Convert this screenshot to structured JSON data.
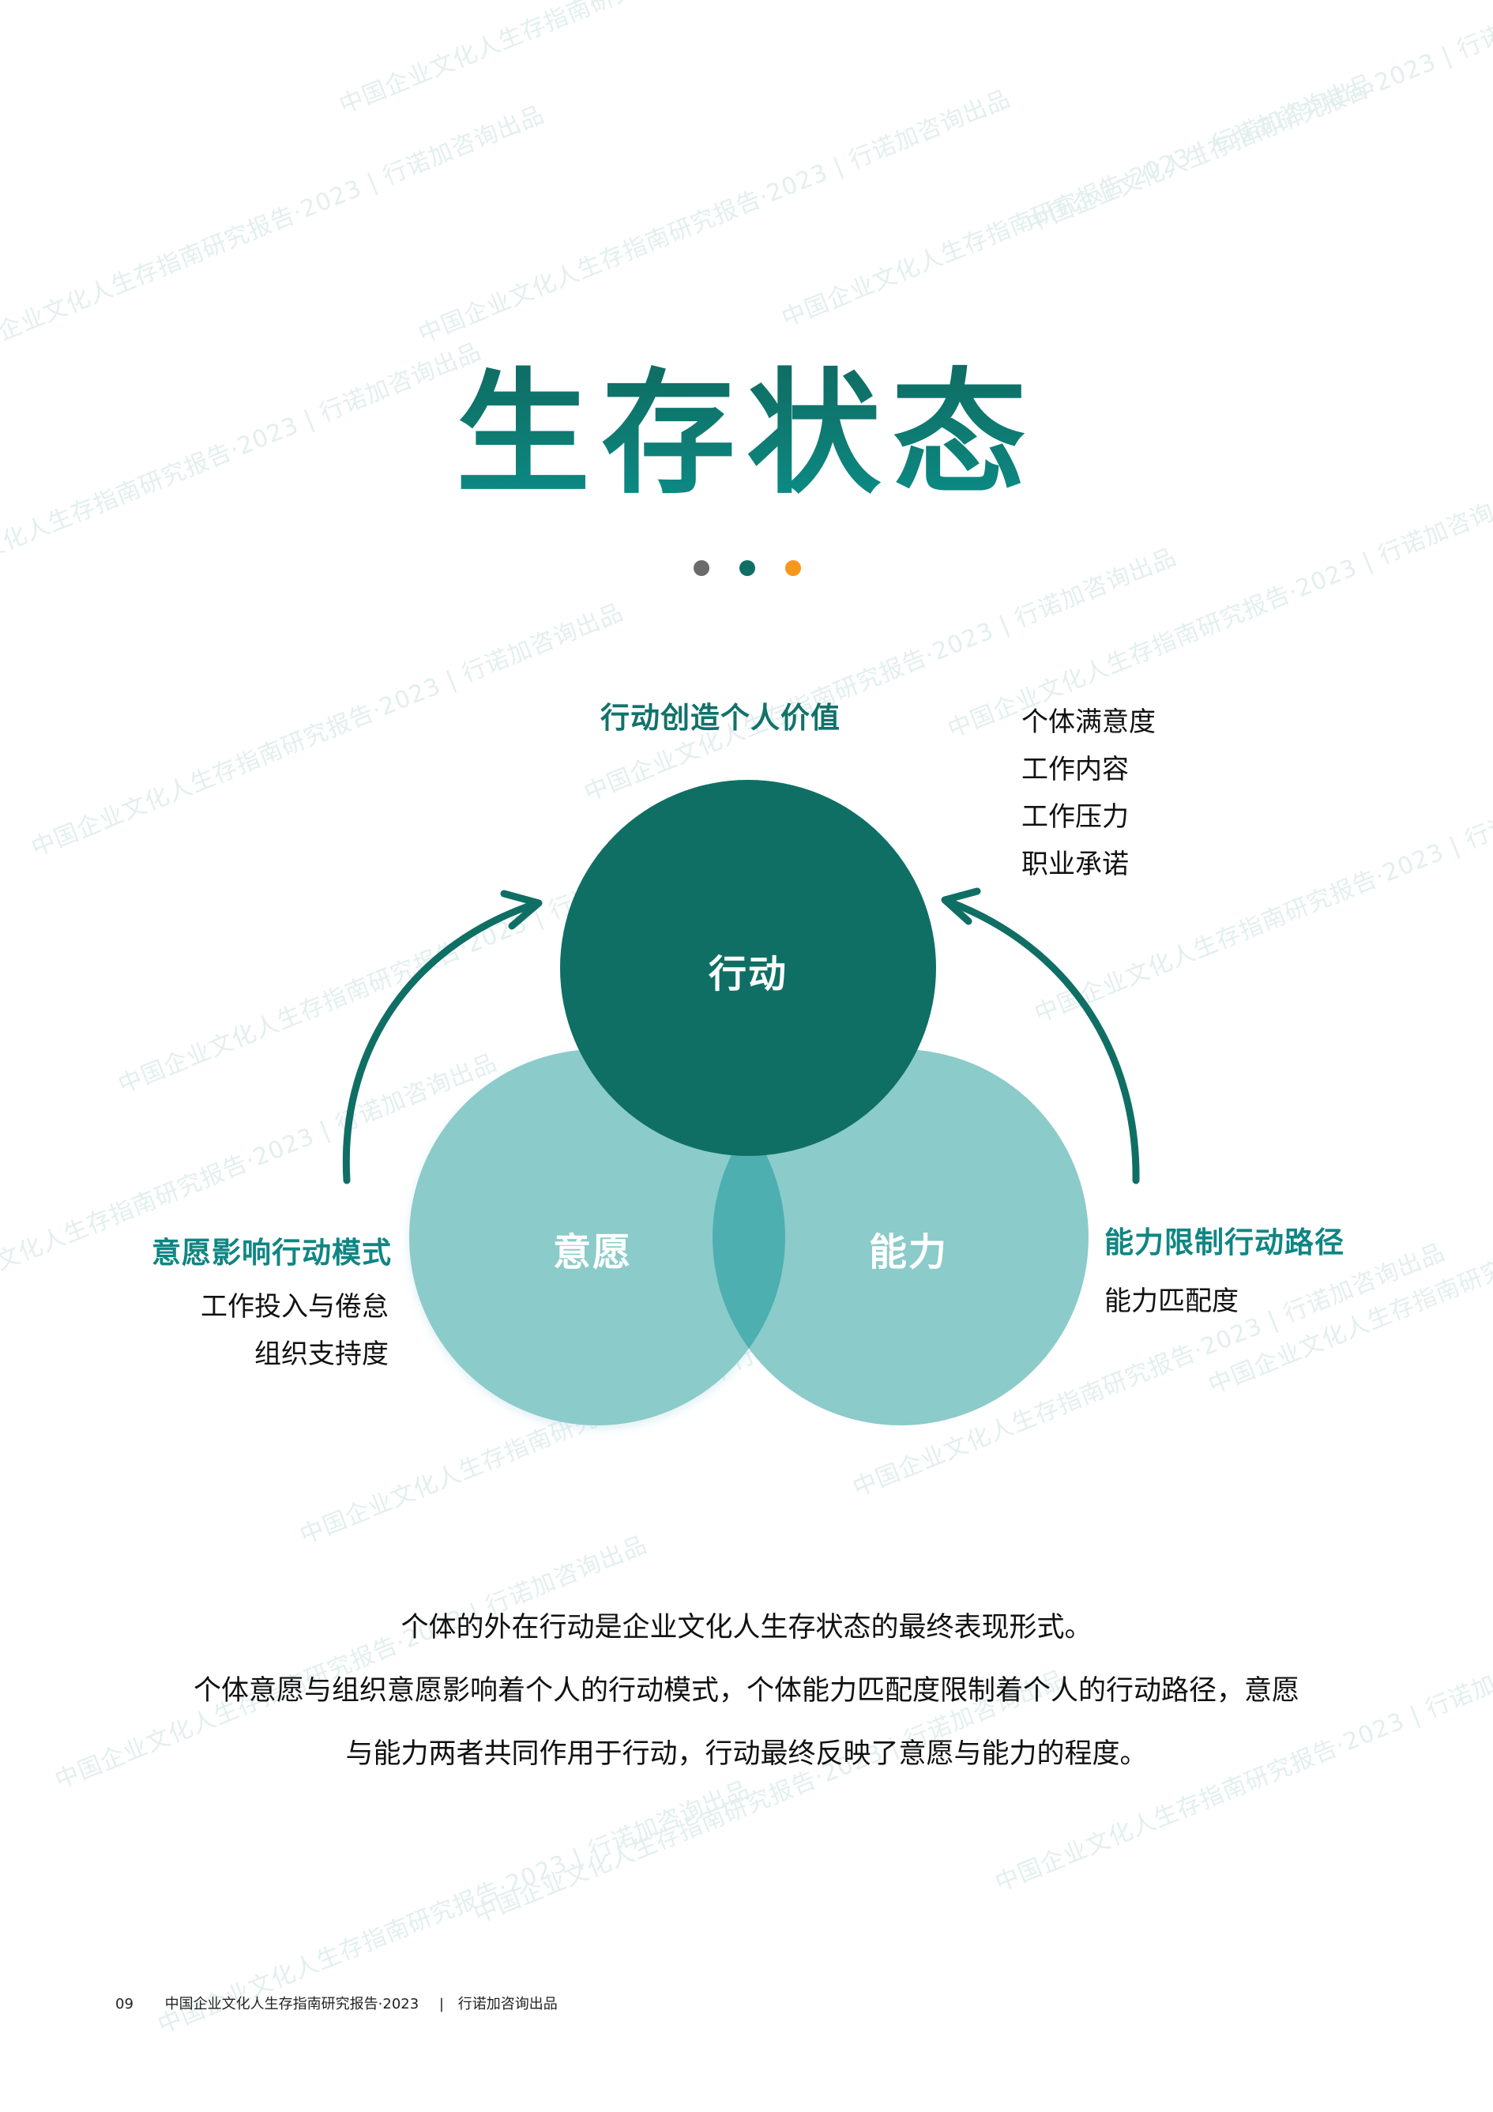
{
  "page": {
    "title": "生存状态",
    "dots": [
      {
        "name": "gray",
        "color": "#6b6b6b"
      },
      {
        "name": "teal",
        "color": "#106f64"
      },
      {
        "name": "orange",
        "color": "#f7971b"
      }
    ]
  },
  "diagram": {
    "colors": {
      "action_circle": "#106f64",
      "will_circle": "#8bcbc9",
      "ability_circle": "#8bcbc9",
      "overlap": "#4eafb1",
      "arrow": "#106f64"
    },
    "circles": {
      "action": "行动",
      "will": "意愿",
      "ability": "能力"
    },
    "top_block": {
      "heading": "行动创造个人价值",
      "items": [
        "个体满意度",
        "工作内容",
        "工作压力",
        "职业承诺"
      ]
    },
    "left_block": {
      "heading": "意愿影响行动模式",
      "items": [
        "工作投入与倦怠",
        "组织支持度"
      ]
    },
    "right_block": {
      "heading": "能力限制行动路径",
      "items": [
        "能力匹配度"
      ]
    }
  },
  "paragraph": {
    "lines": [
      "个体的外在行动是企业文化人生存状态的最终表现形式。",
      "个体意愿与组织意愿影响着个人的行动模式，个体能力匹配度限制着个人的行动路径，意愿",
      "与能力两者共同作用于行动，行动最终反映了意愿与能力的程度。"
    ]
  },
  "footer": {
    "page_number": "09",
    "report_title": "中国企业文化人生存指南研究报告·2023",
    "separator": "|",
    "publisher": "行诺加咨询出品"
  },
  "watermark": {
    "text": "中国企业文化人生存指南研究报告·2023   |   行诺加咨询出品"
  }
}
